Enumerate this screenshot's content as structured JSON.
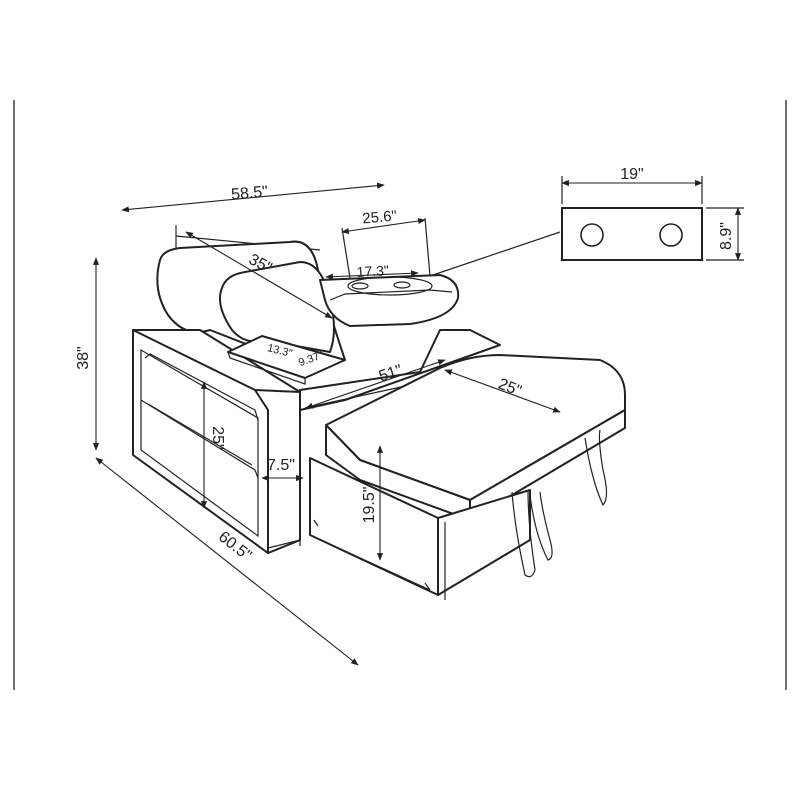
{
  "diagram": {
    "dimensions": {
      "total_width": "58.5\"",
      "total_height": "38\"",
      "total_depth": "60.5\"",
      "diagonal_back": "35\"",
      "tray_width": "25.6\"",
      "tray_inner": "17.3\"",
      "side_table_depth": "13.3\"",
      "side_table_width": "9.37\"",
      "seat_length": "51\"",
      "ottoman_width": "25\"",
      "shelf_height": "25\"",
      "arm_width": "7.5\"",
      "ottoman_height": "19.5\""
    },
    "inset": {
      "width": "19\"",
      "height": "8.9\""
    }
  },
  "colors": {
    "line": "#222222",
    "background": "#ffffff"
  }
}
